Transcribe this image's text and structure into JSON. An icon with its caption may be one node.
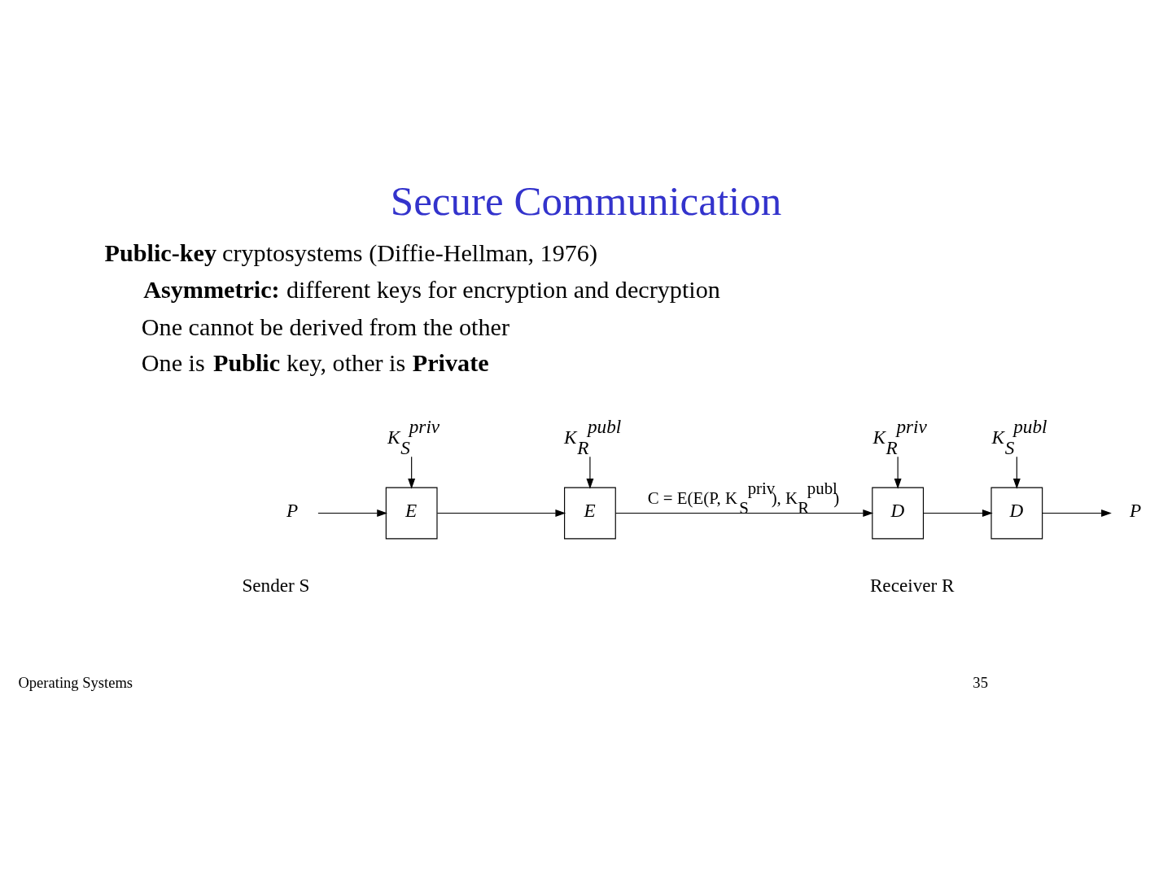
{
  "diagram": {
    "title": "Secure Communication",
    "nodes": [
      {
        "text": [
          "P"
        ]
      },
      {
        "text": [
          "E"
        ]
      },
      {
        "text": [
          "E"
        ]
      },
      {
        "text": [
          "D"
        ]
      },
      {
        "text": [
          "D"
        ]
      },
      {
        "text": [
          "P"
        ]
      },
      {
        "text": [
          "K$_{S}$$^{priv}$"
        ]
      },
      {
        "text": [
          "K$_{R}$$^{publ}$"
        ]
      },
      {
        "text": [
          "K$_{R}$$^{priv}$"
        ]
      },
      {
        "text": [
          "K$_{S}$$^{publ}$"
        ]
      }
    ],
    "edges": [
      {
        "from": 0,
        "to": 1,
        "arrow": "to"
      },
      {
        "from": 1,
        "to": 2,
        "arrow": "to"
      },
      {
        "from": 2,
        "to": 3,
        "arrow": "to",
        "label": "C = E(E(P, K$_{S}$$^{priv}$), K$_{R}$$^{publ}$)"
      },
      {
        "from": 3,
        "to": 4,
        "arrow": "to"
      },
      {
        "from": 4,
        "to": 5,
        "arrow": "to"
      },
      {
        "from": 6,
        "to": 1,
        "arrow": "to"
      },
      {
        "from": 7,
        "to": 2,
        "arrow": "to"
      },
      {
        "from": 8,
        "to": 3,
        "arrow": "to"
      },
      {
        "from": 9,
        "to": 4,
        "arrow": "to"
      }
    ],
    "labels": [
      "**Public-key** cryptosystems (Diffie-Hellman, 1976)",
      "**Asymmetric:** different keys for encryption and decryption",
      "One cannot be derived from the other",
      "One is **Public** key, other is **Private**",
      "Sender S",
      "Receiver R",
      "Operating Systems",
      "35"
    ]
  }
}
